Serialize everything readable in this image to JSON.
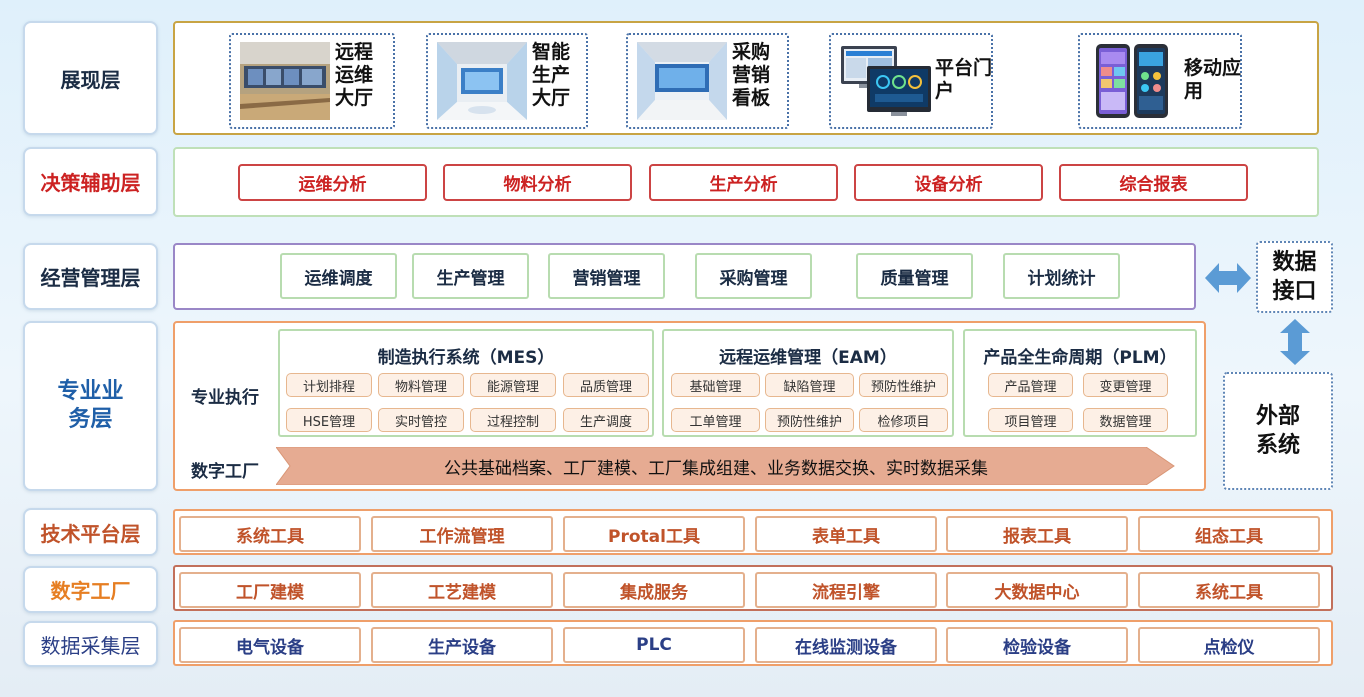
{
  "layers": {
    "presentation": "展现层",
    "decision": "决策辅助层",
    "operation": "经营管理层",
    "business": "专业业务层",
    "tech": "技术平台层",
    "digital": "数字工厂",
    "data": "数据采集层"
  },
  "presentation": {
    "items": [
      {
        "label": "远程运维大厅",
        "icon": "control-room-photo"
      },
      {
        "label": "智能生产大厅",
        "icon": "production-hall-photo"
      },
      {
        "label": "采购营销看板",
        "icon": "dashboard-hall-photo"
      },
      {
        "label": "平台门户",
        "icon": "monitor-devices-icon"
      },
      {
        "label": "移动应用",
        "icon": "mobile-phones-icon"
      }
    ]
  },
  "decision": {
    "items": [
      "运维分析",
      "物料分析",
      "生产分析",
      "设备分析",
      "综合报表"
    ]
  },
  "operation": {
    "items": [
      "运维调度",
      "生产管理",
      "营销管理",
      "采购管理",
      "质量管理",
      "计划统计"
    ]
  },
  "business": {
    "exec_label": "专业执行",
    "factory_label": "数字工厂",
    "mes": {
      "title": "制造执行系统（MES）",
      "items": [
        "计划排程",
        "物料管理",
        "能源管理",
        "品质管理",
        "HSE管理",
        "实时管控",
        "过程控制",
        "生产调度"
      ]
    },
    "eam": {
      "title": "远程运维管理（EAM）",
      "items": [
        "基础管理",
        "缺陷管理",
        "预防性维护",
        "工单管理",
        "预防性维护",
        "检修项目"
      ]
    },
    "plm": {
      "title": "产品全生命周期（PLM）",
      "items": [
        "产品管理",
        "变更管理",
        "项目管理",
        "数据管理"
      ]
    },
    "arrow_text": "公共基础档案、工厂建模、工厂集成组建、业务数据交换、实时数据采集"
  },
  "tech": {
    "items": [
      "系统工具",
      "工作流管理",
      "Protal工具",
      "表单工具",
      "报表工具",
      "组态工具"
    ]
  },
  "digital": {
    "items": [
      "工厂建模",
      "工艺建模",
      "集成服务",
      "流程引擎",
      "大数据中心",
      "系统工具"
    ]
  },
  "data": {
    "items": [
      "电气设备",
      "生产设备",
      "PLC",
      "在线监测设备",
      "检验设备",
      "点检仪"
    ]
  },
  "side": {
    "interface": "数据接口",
    "external": "外部系统"
  },
  "colors": {
    "decision_text": "#cc2222",
    "tech_text": "#c0532a",
    "digital_text": "#c0532a",
    "digital_label": "#e67e22",
    "data_text": "#2b3f86",
    "arrow_blue": "#5b9bd5",
    "arrow_band": "#e6ab92"
  }
}
